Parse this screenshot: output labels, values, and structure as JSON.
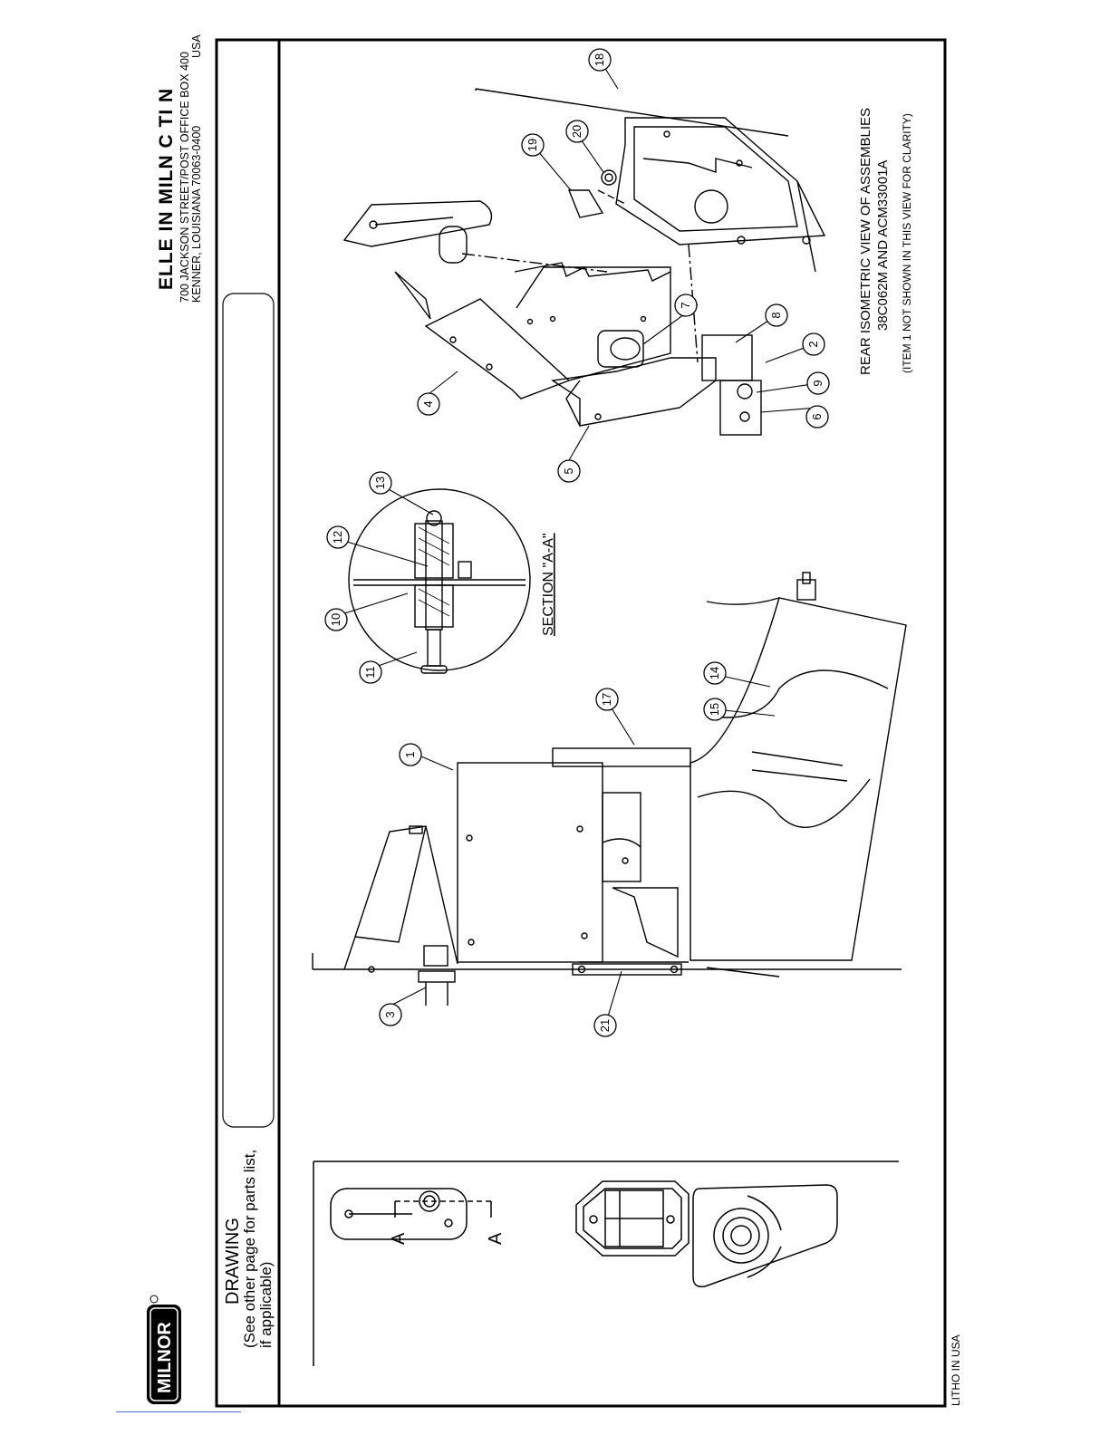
{
  "header": {
    "company": "ELLE IN MILN   C     TI N",
    "address_line1": "700 JACKSON STREET/POST OFFICE BOX 400",
    "address_line2": "KENNER, LOUISIANA 70063-0400",
    "country": "USA"
  },
  "left_panel": {
    "drawing_label": "DRAWING",
    "note_line1": "(See other page for parts list,",
    "note_line2": "if applicable)",
    "litho": "LITHO IN USA",
    "logo_text": "MILNOR"
  },
  "diagram": {
    "iso_title_line1": "REAR ISOMETRIC VIEW OF ASSEMBLIES",
    "iso_title_line2": "38C062M AND ACM33001A",
    "iso_note": "(ITEM 1 NOT SHOWN IN THIS VIEW FOR CLARITY)",
    "section_label": "SECTION \"A-A\"",
    "section_marker": "A",
    "callouts": [
      "1",
      "2",
      "3",
      "4",
      "5",
      "6",
      "7",
      "8",
      "9",
      "10",
      "11",
      "12",
      "13",
      "14",
      "15",
      "17",
      "18",
      "19",
      "20",
      "21"
    ]
  },
  "colors": {
    "ink": "#000000",
    "link": "#4a6fd8"
  }
}
